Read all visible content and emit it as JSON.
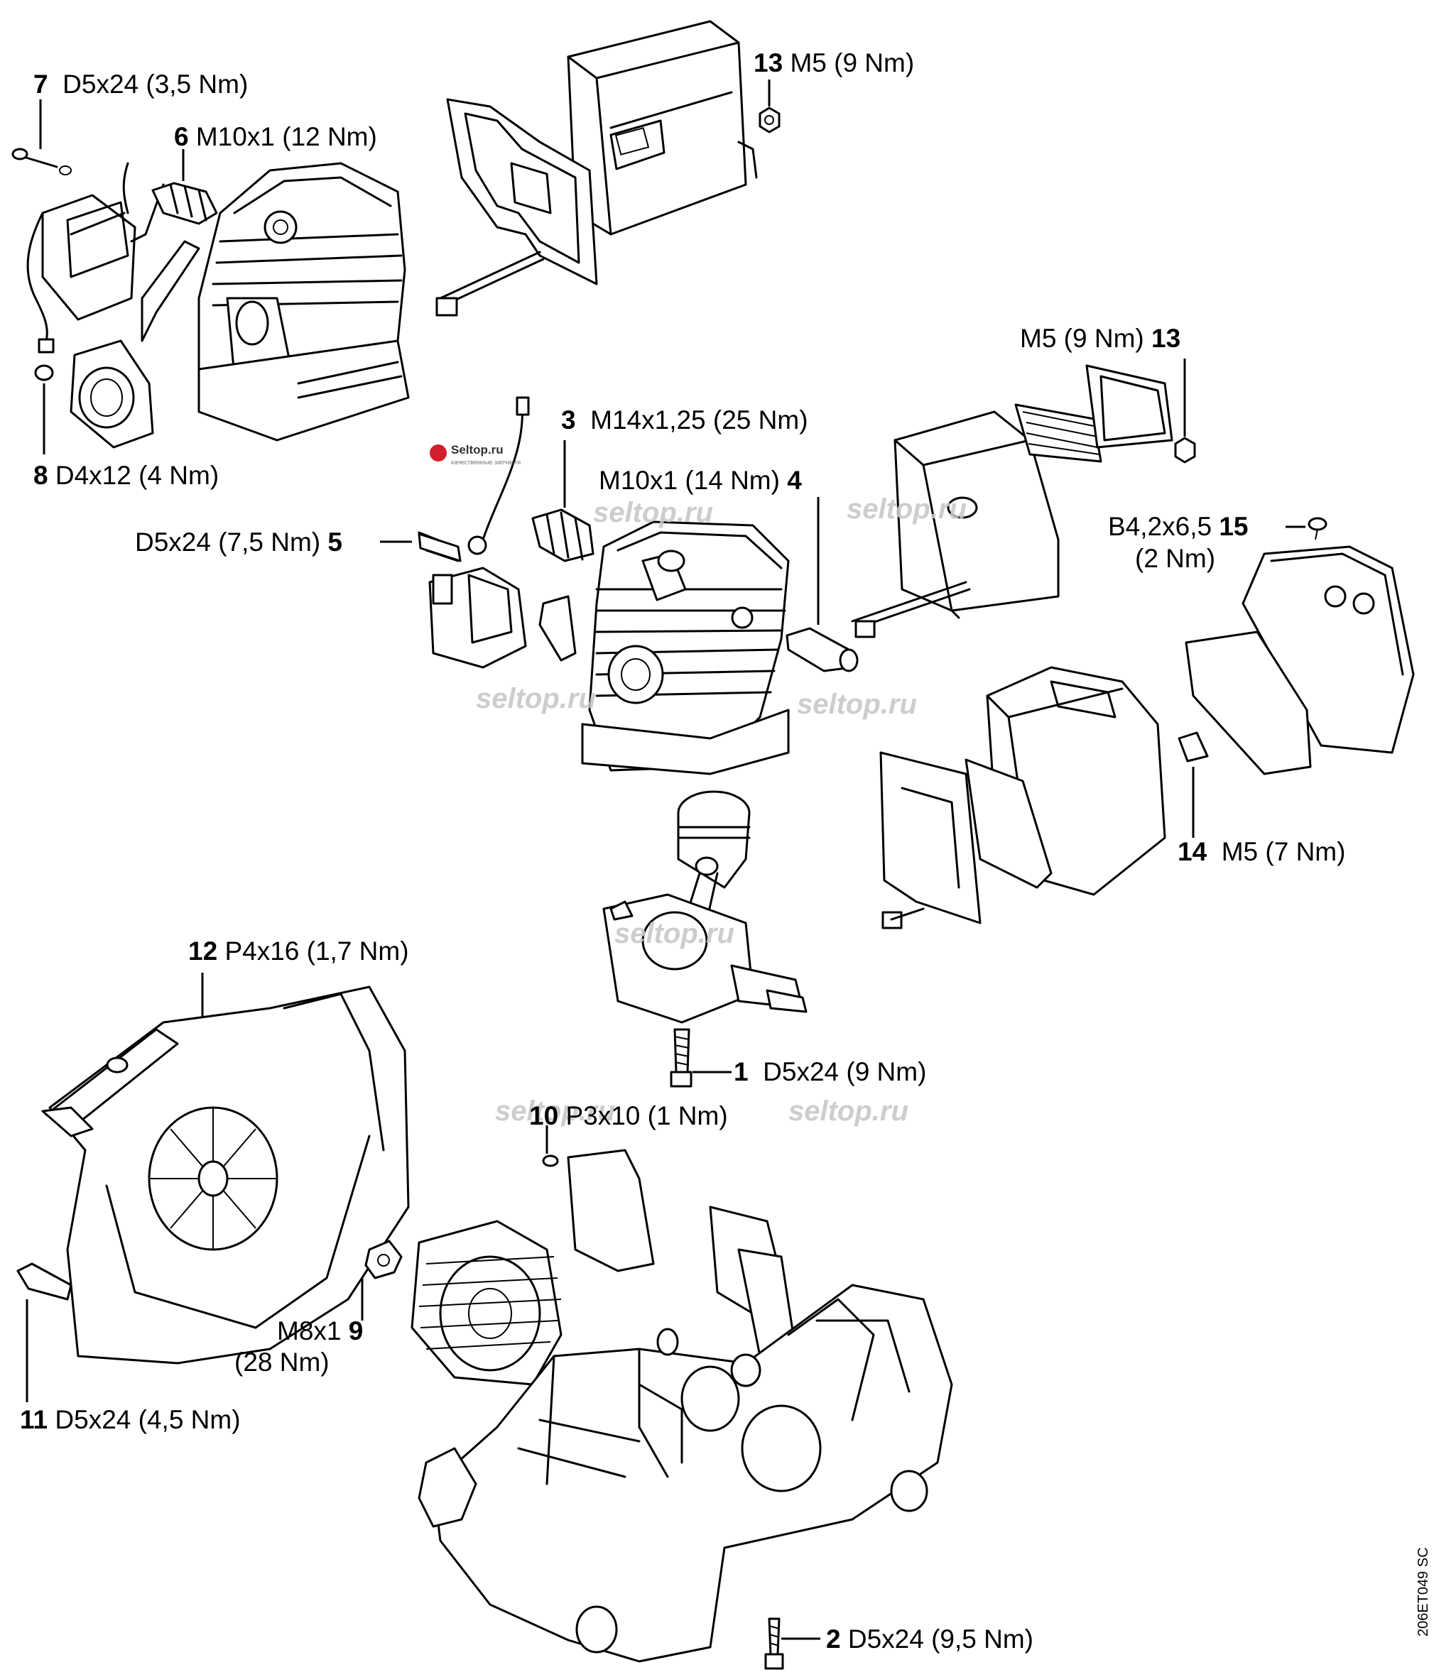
{
  "labels": {
    "p13a": {
      "num": "13",
      "spec": "M5 (9 Nm)"
    },
    "p7": {
      "num": "7",
      "spec": "D5x24 (3,5 Nm)"
    },
    "p6": {
      "num": "6",
      "spec": "M10x1 (12 Nm)"
    },
    "p8": {
      "num": "8",
      "spec": "D4x12 (4 Nm)"
    },
    "p13b": {
      "num": "13",
      "spec": "M5 (9 Nm)"
    },
    "p3": {
      "num": "3",
      "spec": "M14x1,25 (25 Nm)"
    },
    "p4": {
      "num": "4",
      "spec": "M10x1 (14 Nm)"
    },
    "p5": {
      "num": "5",
      "spec": "D5x24 (7,5 Nm)"
    },
    "p15": {
      "num": "15",
      "spec": "B4,2x6,5",
      "spec2": "(2 Nm)"
    },
    "p14": {
      "num": "14",
      "spec": "M5 (7 Nm)"
    },
    "p12": {
      "num": "12",
      "spec": "P4x16 (1,7 Nm)"
    },
    "p1": {
      "num": "1",
      "spec": "D5x24 (9 Nm)"
    },
    "p10": {
      "num": "10",
      "spec": "P3x10 (1 Nm)"
    },
    "p9": {
      "num": "9",
      "spec": "M8x1",
      "spec2": "(28 Nm)"
    },
    "p11": {
      "num": "11",
      "spec": "D5x24 (4,5 Nm)"
    },
    "p2": {
      "num": "2",
      "spec": "D5x24 (9,5 Nm)"
    }
  },
  "watermarks": [
    "seltop.ru",
    "seltop.ru",
    "seltop.ru",
    "seltop.ru",
    "seltop.ru",
    "seltop.ru",
    "seltop.ru"
  ],
  "logo": {
    "title": "Seltop.ru",
    "subtitle": "качественные запчасти",
    "color": "#d21f2b"
  },
  "drawing_code": "206ET049 SC"
}
